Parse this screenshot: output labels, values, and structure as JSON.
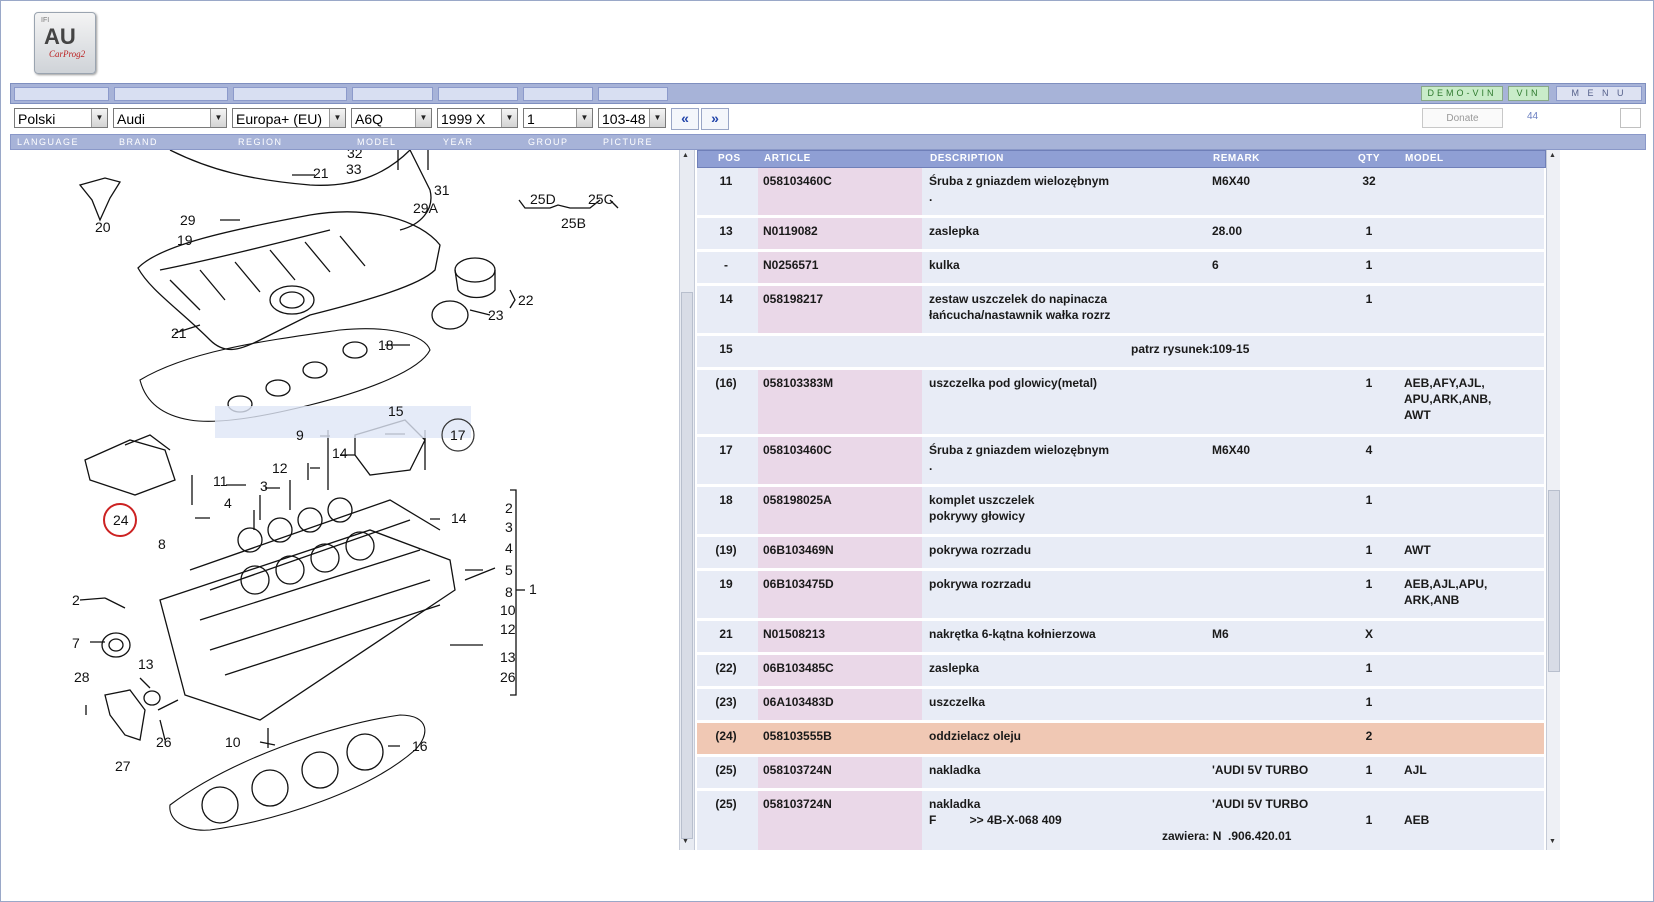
{
  "logo": {
    "top_text": "IFI",
    "main_text": "AU",
    "sub_text": "CarProg2"
  },
  "nav": {
    "demo_vin": "DEMO-VIN",
    "vin": "VIN",
    "menu": "M E N U"
  },
  "selectors": {
    "language": "Polski",
    "brand": "Audi",
    "region": "Europa+ (EU)",
    "model": "A6Q",
    "year": "1999 X",
    "group": "1",
    "picture": "103-48"
  },
  "paging": {
    "prev": "«",
    "next": "»"
  },
  "donate": "Donate",
  "count": "44",
  "labels": {
    "language": "LANGUAGE",
    "brand": "BRAND",
    "region": "REGION",
    "model": "MODEL",
    "year": "YEAR",
    "group": "GROUP",
    "picture": "PICTURE"
  },
  "diagram": {
    "labels": [
      "20",
      "29",
      "19",
      "21",
      "32",
      "33",
      "31",
      "29A",
      "25D",
      "25C",
      "25B",
      "22",
      "23",
      "21",
      "18",
      "15",
      "9",
      "17",
      "14",
      "12",
      "11",
      "3",
      "24",
      "4",
      "14",
      "8",
      "2",
      "3",
      "4",
      "5",
      "1",
      "2",
      "8",
      "10",
      "12",
      "7",
      "13",
      "13",
      "26",
      "28",
      "26",
      "27",
      "10",
      "16"
    ]
  },
  "table": {
    "headers": {
      "pos": "POS",
      "article": "ARTICLE",
      "description": "DESCRIPTION",
      "remark": "REMARK",
      "qty": "QTY",
      "model": "MODEL"
    },
    "rows": [
      {
        "pos": "11",
        "article": "058103460C",
        "description": "Śruba z gniazdem wielozębnym\n.",
        "remark": "M6X40",
        "qty": "32",
        "model": ""
      },
      {
        "pos": "13",
        "article": "N0119082",
        "description": "zaslepka",
        "remark": "28.00",
        "qty": "1",
        "model": ""
      },
      {
        "pos": "-",
        "article": "N0256571",
        "description": "kulka",
        "remark": "6",
        "qty": "1",
        "model": ""
      },
      {
        "pos": "14",
        "article": "058198217",
        "description": "zestaw uszczelek do napinacza\nłańcucha/nastawnik wałka rozrz",
        "remark": "",
        "qty": "1",
        "model": ""
      },
      {
        "pos": "15",
        "article": "",
        "description": "",
        "remark": "109-15",
        "qty": "",
        "model": "",
        "note": "patrz rysunek:"
      },
      {
        "pos": "(16)",
        "article": "058103383M",
        "description": "uszczelka pod glowicy(metal)",
        "remark": "",
        "qty": "1",
        "model": "AEB,AFY,AJL,\nAPU,ARK,ANB,\nAWT"
      },
      {
        "pos": "17",
        "article": "058103460C",
        "description": "Śruba z gniazdem wielozębnym\n.",
        "remark": "M6X40",
        "qty": "4",
        "model": ""
      },
      {
        "pos": "18",
        "article": "058198025A",
        "description": "komplet uszczelek\npokrywy głowicy",
        "remark": "",
        "qty": "1",
        "model": ""
      },
      {
        "pos": "(19)",
        "article": "06B103469N",
        "description": "pokrywa rozrzadu",
        "remark": "",
        "qty": "1",
        "model": "AWT"
      },
      {
        "pos": "19",
        "article": "06B103475D",
        "description": "pokrywa rozrzadu",
        "remark": "",
        "qty": "1",
        "model": "AEB,AJL,APU,\nARK,ANB"
      },
      {
        "pos": "21",
        "article": "N01508213",
        "description": "nakrętka 6-kątna kołnierzowa",
        "remark": "M6",
        "qty": "X",
        "model": ""
      },
      {
        "pos": "(22)",
        "article": "06B103485C",
        "description": "zaslepka",
        "remark": "",
        "qty": "1",
        "model": ""
      },
      {
        "pos": "(23)",
        "article": "06A103483D",
        "description": "uszczelka",
        "remark": "",
        "qty": "1",
        "model": ""
      },
      {
        "pos": "(24)",
        "article": "058103555B",
        "description": "oddzielacz oleju",
        "remark": "",
        "qty": "2",
        "model": "",
        "highlight": true
      },
      {
        "pos": "(25)",
        "article": "058103724N",
        "description": "nakladka",
        "remark": "'AUDI 5V TURBO",
        "qty": "1",
        "model": "AJL"
      },
      {
        "pos": "(25)",
        "article": "058103724N",
        "description": "nakladka\nF          >> 4B-X-068 409",
        "remark": "'AUDI 5V TURBO",
        "qty": "1",
        "model": "AEB",
        "note2": "zawiera: N  .906.420.01"
      }
    ]
  }
}
